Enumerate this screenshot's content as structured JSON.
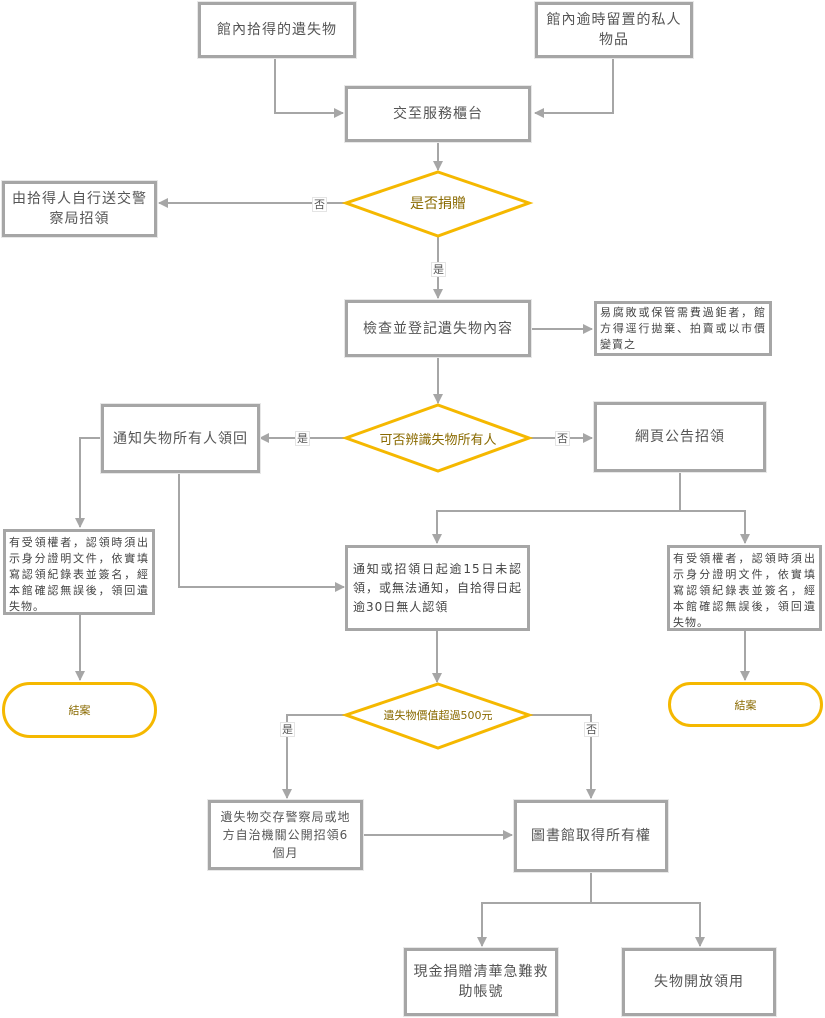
{
  "flowchart": {
    "colors": {
      "box_border": "#a6a6a6",
      "decision_border": "#f5b800",
      "decision_text": "#8a6a00",
      "edge": "#a6a6a6"
    },
    "nodes": {
      "found_items": "館內拾得的遺失物",
      "overdue_items": "館內逾時留置的私人物品",
      "service_desk": "交至服務櫃台",
      "donate_decision": "是否捐贈",
      "police_self": "由拾得人自行送交警察局招領",
      "inspect_register": "檢查並登記遺失物內容",
      "perishable_note": "易腐敗或保管需費過鉅者，館方得逕行拋棄、拍賣或以市價變賣之",
      "identify_decision": "可否辨識失物所有人",
      "notify_owner": "通知失物所有人領回",
      "web_notice": "網頁公告招領",
      "claim_left": "有受領權者，認領時須出示身分證明文件，依實填寫認領紀錄表並簽名，經本館確認無誤後，領回遺失物。",
      "unclaimed": "通知或招領日起逾15日未認領，或無法通知，自拾得日起逾30日無人認領",
      "claim_right": "有受領權者，認領時須出示身分證明文件，依實填寫認領紀錄表並簽名，經本館確認無誤後，領回遺失物。",
      "end_left": "結案",
      "end_right": "結案",
      "value_decision": "遺失物價值超過500元",
      "police_store": "遺失物交存警察局或地方自治機關公開招領6個月",
      "library_owns": "圖書館取得所有權",
      "cash_donate": "現金捐贈清華急難救助帳號",
      "open_use": "失物開放領用"
    },
    "edge_labels": {
      "donate_no": "否",
      "donate_yes": "是",
      "identify_yes": "是",
      "identify_no": "否",
      "value_yes": "是",
      "value_no": "否"
    }
  }
}
